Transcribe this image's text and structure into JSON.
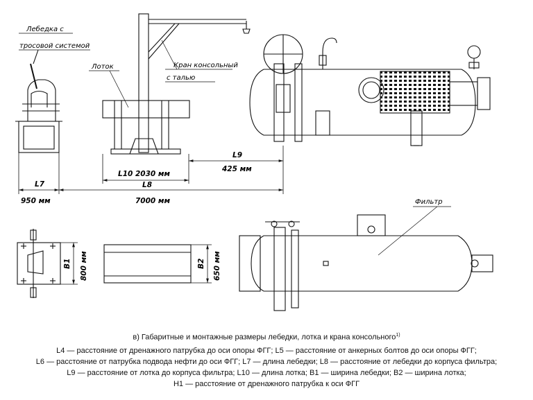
{
  "labels": {
    "winch": [
      "Лебедка с",
      "тросовой системой"
    ],
    "tray": "Лоток",
    "crane": [
      "Кран консольный",
      "с талью"
    ],
    "filter": "Фильтр"
  },
  "dimensions": {
    "L7": "L7",
    "L7_value": "950 мм",
    "L8": "L8",
    "L8_value": "7000 мм",
    "L9": "L9",
    "L9_value": "425 мм",
    "L10": "L10 2030 мм",
    "B1": "B1",
    "B1_value": "800 мм",
    "B2": "B2",
    "B2_value": "650 мм"
  },
  "caption": "в) Габаритные и монтажные размеры лебедки, лотка и крана консольного",
  "caption_note": "1)",
  "legend": [
    "L4 — расстояние от дренажного патрубка до оси опоры ФГГ; L5 — расстояние от анкерных болтов до оси опоры ФГГ;",
    "L6 — расстояние от патрубка подвода нефти до оси ФГГ; L7 — длина лебедки; L8 — расстояние от лебедки до корпуса фильтра;",
    "L9 — расстояние от лотка до корпуса фильтра; L10 — длина лотка; B1 — ширина лебедки; B2 — ширина лотка;",
    "H1 — расстояние от дренажного патрубка к оси ФГГ"
  ]
}
